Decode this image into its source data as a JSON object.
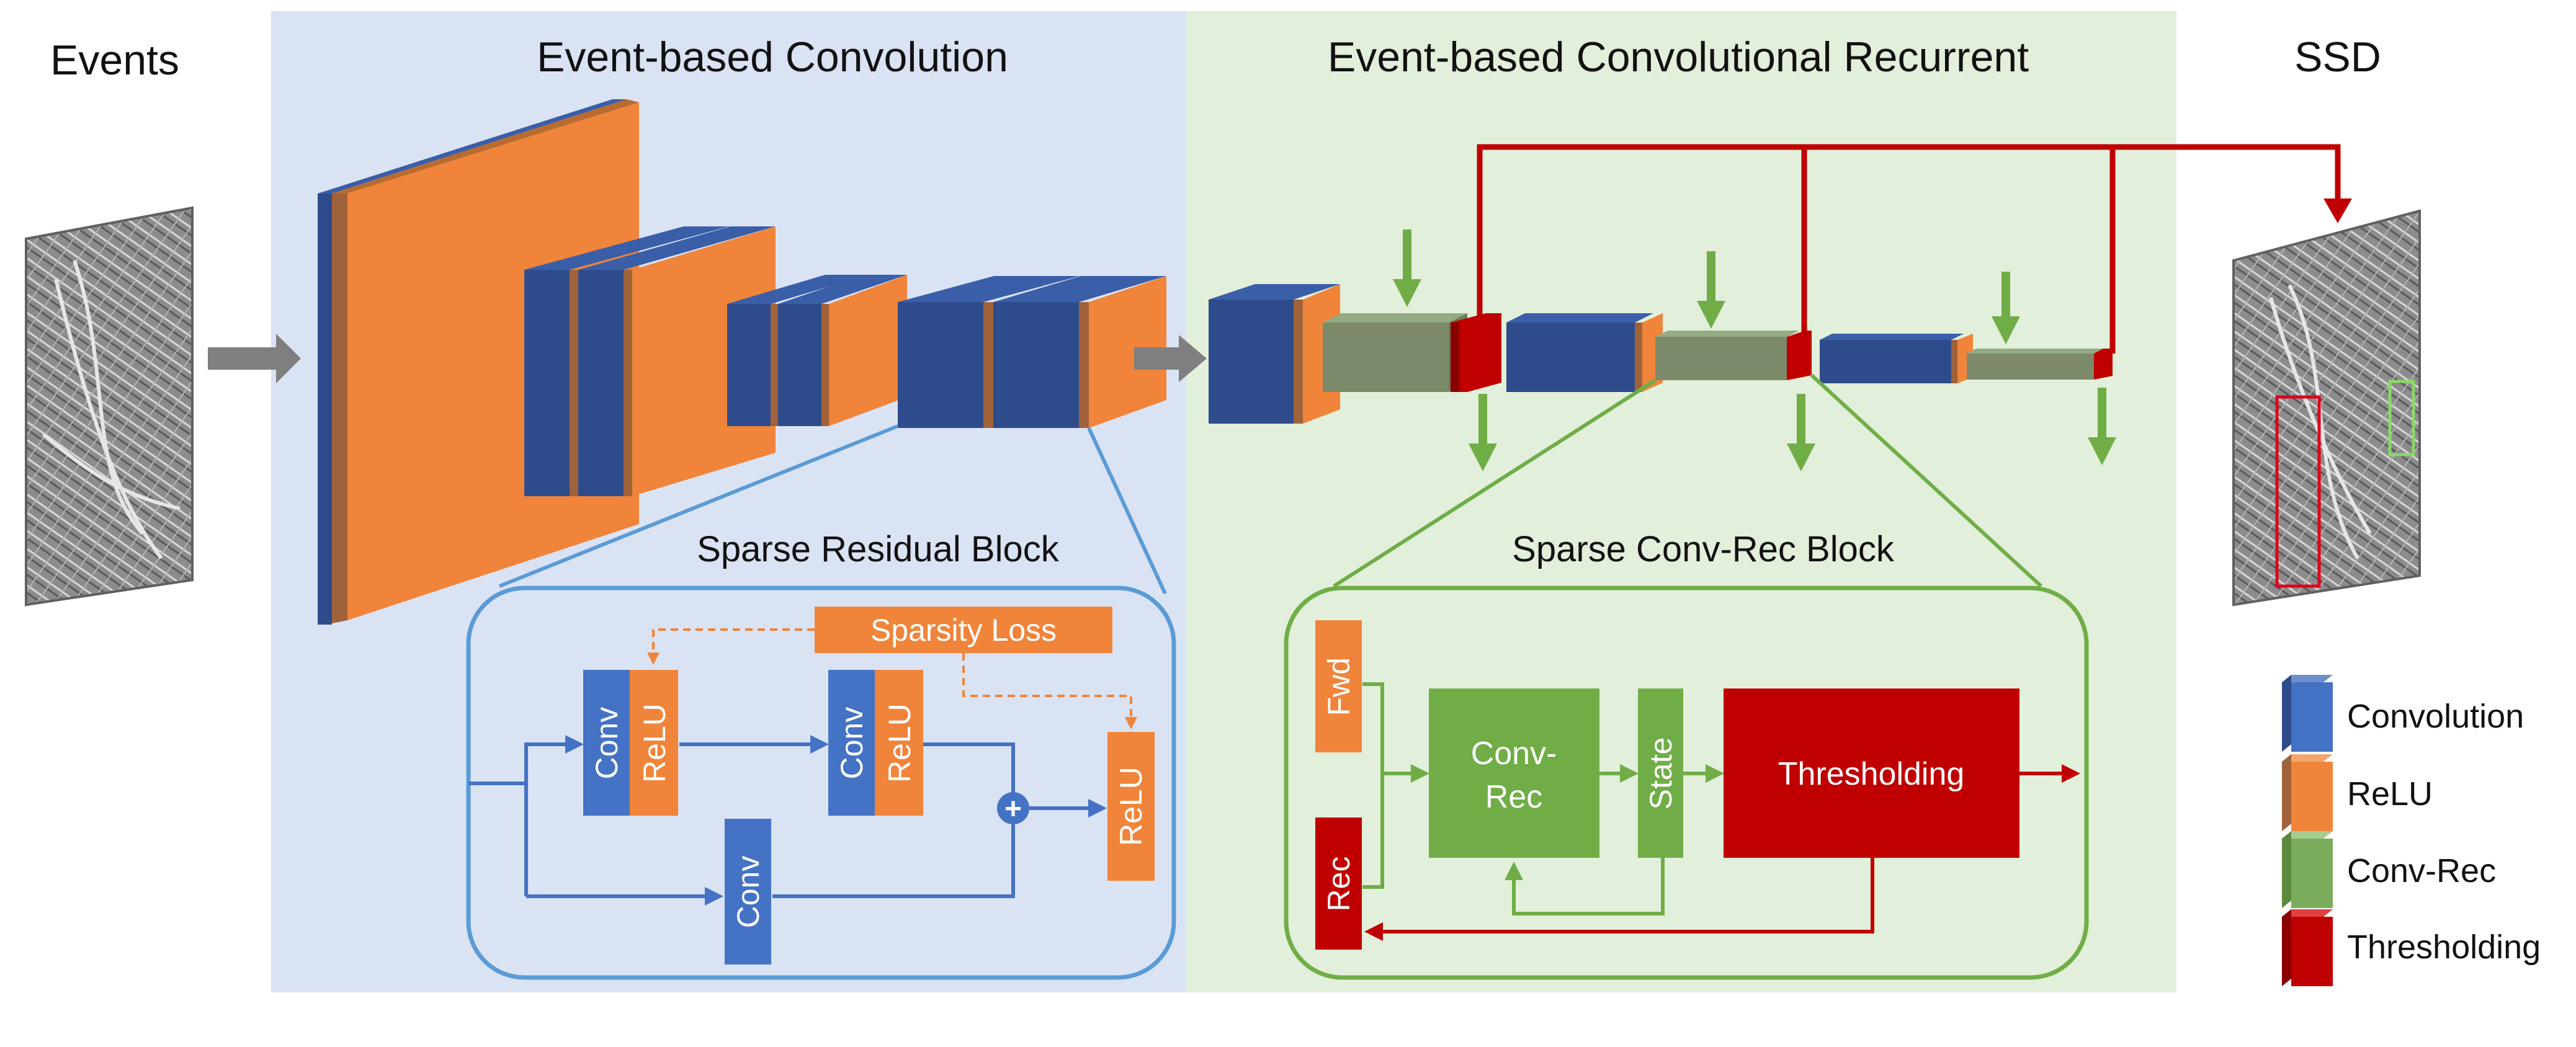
{
  "titles": {
    "events": "Events",
    "conv": "Event-based Convolution",
    "rec": "Event-based Convolutional Recurrent",
    "ssd": "SSD"
  },
  "residual_block": {
    "title": "Sparse Residual Block",
    "sparsity_loss": "Sparsity Loss",
    "conv": "Conv",
    "relu": "ReLU"
  },
  "convrec_block": {
    "title": "Sparse Conv-Rec Block",
    "fwd": "Fwd",
    "rec": "Rec",
    "conv_rec_line1": "Conv-",
    "conv_rec_line2": "Rec",
    "state": "State",
    "thresholding": "Thresholding"
  },
  "legend": [
    {
      "label": "Convolution",
      "color": "#2e4c8c"
    },
    {
      "label": "ReLU",
      "color": "#f0843a"
    },
    {
      "label": "Conv-Rec",
      "color": "#7aac5c"
    },
    {
      "label": "Thresholding",
      "color": "#c00000"
    }
  ],
  "colors": {
    "conv_panel": "#dae3f3",
    "rec_panel": "#e2efda",
    "conv_blue": "#2e4c8c",
    "relu_orange": "#f0843a",
    "block_blue": "#4472c4",
    "green": "#70ad47",
    "red": "#c00000",
    "gray_arrow": "#7f7f7f"
  }
}
